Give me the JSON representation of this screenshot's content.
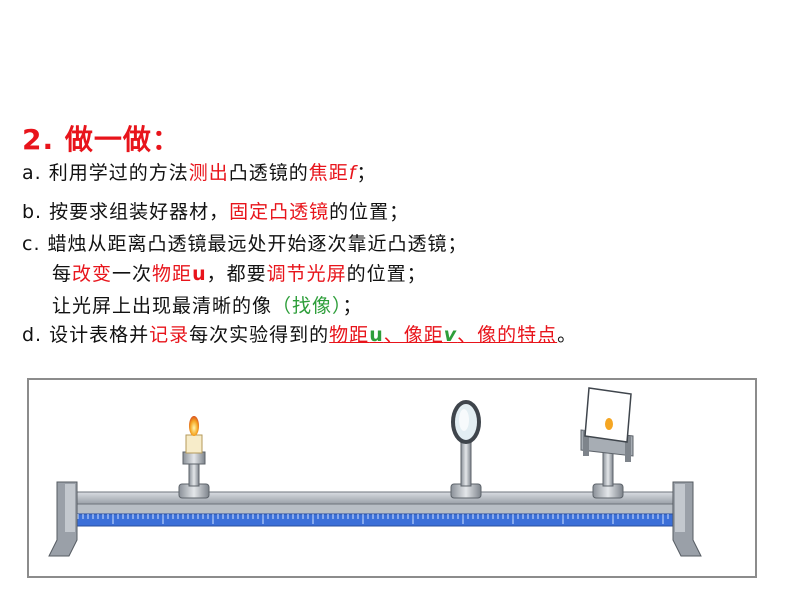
{
  "title": "2. 做一做：",
  "steps": {
    "a": {
      "p1": "a. 利用学过的方法",
      "p2": "测出",
      "p3": "凸透镜的",
      "p4": "焦距",
      "p5": "f",
      "p6": "；"
    },
    "b": {
      "p1": "b. 按要求组装好器材，",
      "p2": "固定凸透镜",
      "p3": "的位置；"
    },
    "c": {
      "p1": "c. 蜡烛从距离凸透镜最远处开始逐次靠近凸透镜；",
      "line2": {
        "p1": "每",
        "p2": "改变",
        "p3": "一次",
        "p4": "物距",
        "p5": "u",
        "p6": "，都要",
        "p7": "调节光屏",
        "p8": "的位置；"
      },
      "line3": {
        "p1": "让光屏上出现最清晰的像",
        "p2": "（找像）",
        "p3": "；"
      }
    },
    "d": {
      "p1": "d. 设计表格并",
      "p2": "记录",
      "p3": "每次实验得到的",
      "p4": "物距",
      "p5": "u",
      "p6": "、像距",
      "p7": "v",
      "p8": "、像的特点",
      "p9": "。"
    }
  },
  "colors": {
    "accent_red": "#e8141b",
    "accent_green": "#2e9e3a",
    "ruler_blue": "#3b6fd8",
    "rail_gray": "#9aa0a8"
  },
  "icons": [
    "optical-bench-illustration",
    "candle-icon",
    "convex-lens-icon",
    "light-screen-icon"
  ]
}
